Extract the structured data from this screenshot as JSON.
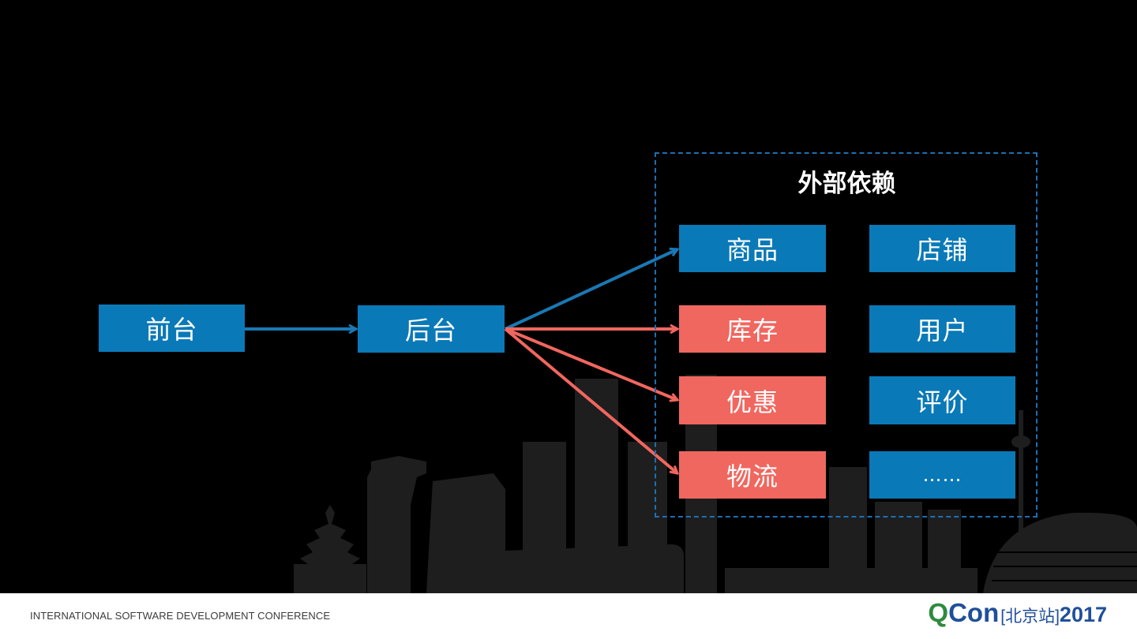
{
  "diagram": {
    "frontend": "前台",
    "backend": "后台",
    "dependency_group_title": "外部依赖",
    "dependencies": [
      {
        "label": "商品",
        "status": "normal"
      },
      {
        "label": "店铺",
        "status": "normal"
      },
      {
        "label": "库存",
        "status": "highlighted"
      },
      {
        "label": "用户",
        "status": "normal"
      },
      {
        "label": "优惠",
        "status": "highlighted"
      },
      {
        "label": "评价",
        "status": "normal"
      },
      {
        "label": "物流",
        "status": "highlighted"
      },
      {
        "label": "……",
        "status": "normal"
      }
    ],
    "edges": [
      {
        "from": "前台",
        "to": "后台",
        "color": "#1a78b4"
      },
      {
        "from": "后台",
        "to": "商品",
        "color": "#1a78b4"
      },
      {
        "from": "后台",
        "to": "库存",
        "color": "#f0675f"
      },
      {
        "from": "后台",
        "to": "优惠",
        "color": "#f0675f"
      },
      {
        "from": "后台",
        "to": "物流",
        "color": "#f0675f"
      }
    ]
  },
  "footer": {
    "tagline": "INTERNATIONAL SOFTWARE DEVELOPMENT CONFERENCE",
    "logo_q": "Q",
    "logo_con": "Con",
    "logo_city": "[北京站]",
    "logo_year": "2017"
  },
  "colors": {
    "background": "#000000",
    "box_blue": "#0a79b7",
    "box_red": "#f0675f",
    "dashed_frame": "#1c6fb3",
    "logo_green": "#2e8b3e",
    "logo_blue": "#1f4f9a"
  }
}
